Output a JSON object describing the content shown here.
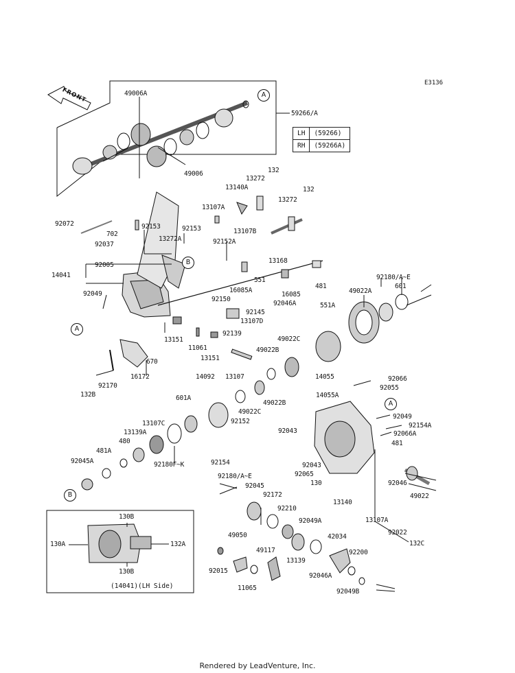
{
  "diagram_code": "E3136",
  "front_label": "FRONT",
  "footer": "Rendered by LeadVenture, Inc.",
  "side_table": {
    "rows": [
      {
        "side": "LH",
        "part": "(59266)"
      },
      {
        "side": "RH",
        "part": "(59266A)"
      }
    ]
  },
  "ref_a": "A",
  "ref_b": "B",
  "inset_caption": "(14041)(LH Side)",
  "labels": {
    "p49006A": "49006A",
    "p59266A": "59266/A",
    "p49006": "49006",
    "p132a": "132",
    "p13272a": "13272",
    "p13140A": "13140A",
    "p132b": "132",
    "p13272b": "13272",
    "p13107Aa": "13107A",
    "p92072": "92072",
    "p702": "702",
    "p92153a": "92153",
    "p92153b": "92153",
    "p92037": "92037",
    "p13272A": "13272A",
    "p13107B": "13107B",
    "p92152A": "92152A",
    "p13168": "13168",
    "p92005": "92005",
    "p14041": "14041",
    "p551": "551",
    "p16085A": "16085A",
    "p481a": "481",
    "p92180AE_a": "92180/A~E",
    "p601a": "601",
    "p92150": "92150",
    "p16085": "16085",
    "p92046A": "92046A",
    "p49022A": "49022A",
    "p92049a": "92049",
    "p92145": "92145",
    "p551A": "551A",
    "p13107D": "13107D",
    "p92139": "92139",
    "p13151a": "13151",
    "p11061": "11061",
    "p13151b": "13151",
    "p49022C_a": "49022C",
    "p49022B_a": "49022B",
    "p670": "670",
    "p13107": "13107",
    "p14055": "14055",
    "p16172": "16172",
    "p92170": "92170",
    "p132B": "132B",
    "p14092": "14092",
    "p92066": "92066",
    "p92055": "92055",
    "p49022B_b": "49022B",
    "p49022C_b": "49022C",
    "p601A": "601A",
    "p14055A": "14055A",
    "p92152": "92152",
    "p92049b": "92049",
    "p13107C": "13107C",
    "p13139A": "13139A",
    "p92154A": "92154A",
    "p92043a": "92043",
    "p92066A": "92066A",
    "p480": "480",
    "p481A": "481A",
    "p92180FK": "92180F~K",
    "p92154": "92154",
    "p481b": "481",
    "p92043b": "92043",
    "p92065": "92065",
    "p130": "130",
    "p92045A": "92045A",
    "p92180AE_b": "92180/A~E",
    "p92046": "92046",
    "p49022": "49022",
    "p92045": "92045",
    "p92172": "92172",
    "p13140": "13140",
    "p92210": "92210",
    "p13107Ab": "13107A",
    "p130B_a": "130B",
    "p92049A": "92049A",
    "p92022": "92022",
    "p130A": "130A",
    "p132A": "132A",
    "p49050": "49050",
    "p42034": "42034",
    "p132C": "132C",
    "p49117": "49117",
    "p92200": "92200",
    "p13139": "13139",
    "p130B_b": "130B",
    "p92015": "92015",
    "p92046A_b": "92046A",
    "p11065": "11065",
    "p92049B": "92049B"
  }
}
